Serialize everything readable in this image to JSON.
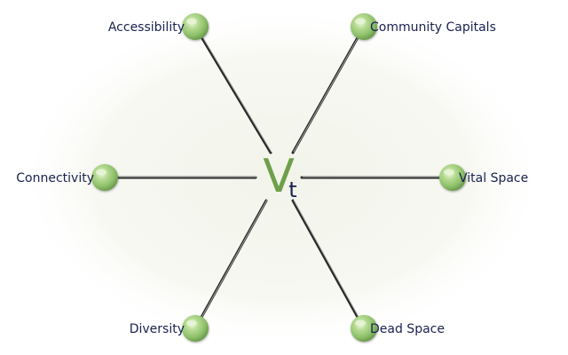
{
  "center": {
    "symbol": "V",
    "subscript": "t"
  },
  "nodes": [
    {
      "id": "accessibility",
      "label": "Accessibility",
      "label_side": "left"
    },
    {
      "id": "community-capitals",
      "label": "Community Capitals",
      "label_side": "right"
    },
    {
      "id": "connectivity",
      "label": "Connectivity",
      "label_side": "left"
    },
    {
      "id": "vital-space",
      "label": "Vital Space",
      "label_side": "right"
    },
    {
      "id": "diversity",
      "label": "Diversity",
      "label_side": "left"
    },
    {
      "id": "dead-space",
      "label": "Dead Space",
      "label_side": "right"
    }
  ],
  "colors": {
    "node_fill": "#8ec06a",
    "node_highlight": "#e8f5d8",
    "spoke": "#2a2a2a",
    "label": "#1a2050",
    "center_v": "#6f9f4a",
    "center_t": "#1a2050",
    "background_glow": "#f4f6ee"
  }
}
